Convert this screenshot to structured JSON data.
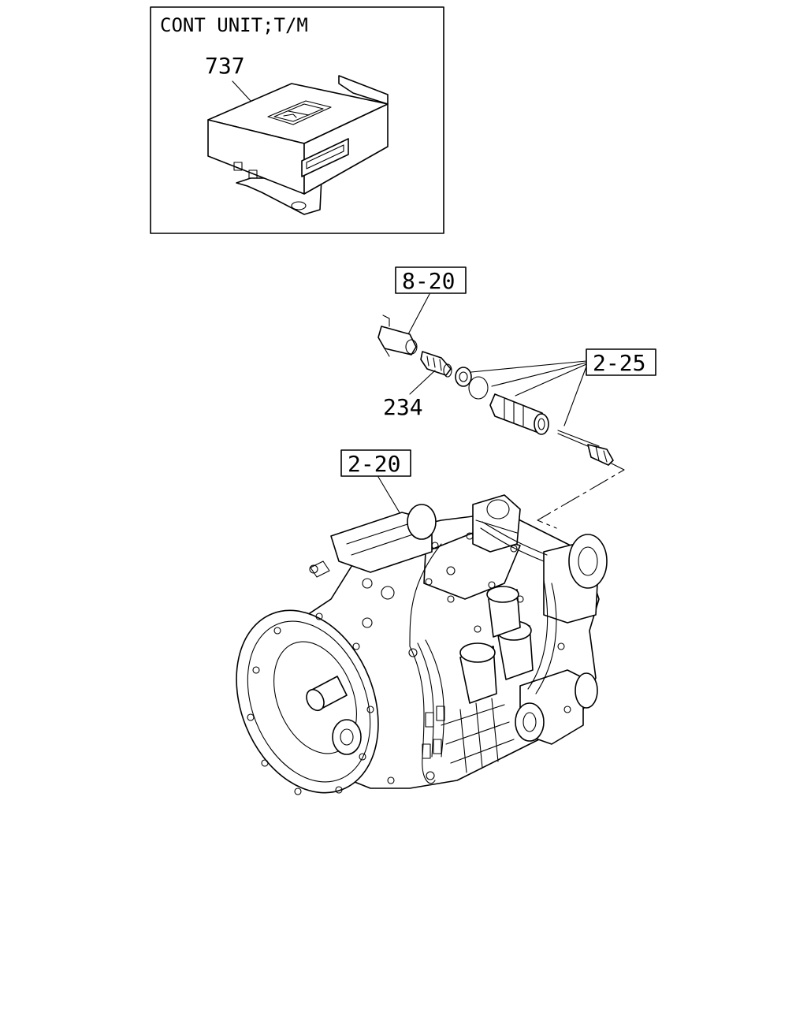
{
  "inset": {
    "title": "CONT UNIT;T/M",
    "part_number": "737"
  },
  "refs": {
    "ref_8_20": "8-20",
    "ref_2_25": "2-25",
    "ref_2_20": "2-20"
  },
  "parts": {
    "part_234": "234"
  }
}
